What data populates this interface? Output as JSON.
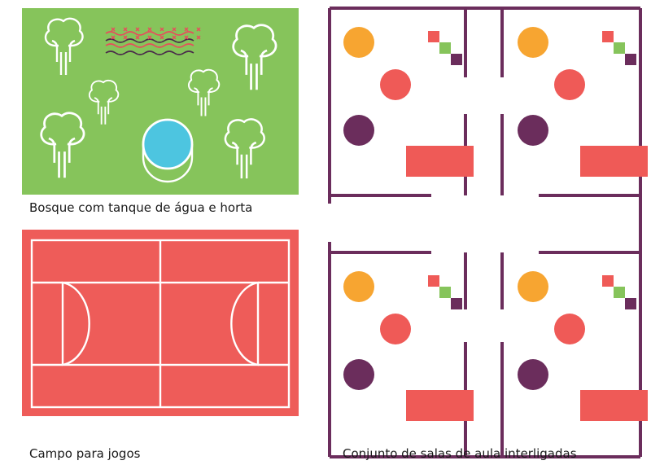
{
  "captions": {
    "forest": "Bosque com tanque de água e horta",
    "field": "Campo para jogos",
    "classrooms": "Conjunto de salas de aula interligadas"
  },
  "colors": {
    "grass": "#86c45b",
    "court": "#ee5c59",
    "water": "#4dc5e0",
    "wall": "#6b2d5c",
    "orange": "#f7a531",
    "red": "#ef5a57",
    "purple": "#6b2d5c",
    "green": "#86c45b",
    "line": "#ffffff"
  },
  "icons": [
    "tree-icon",
    "water-tank-icon",
    "vegetable-garden-icon",
    "table-icon",
    "seat-icon"
  ]
}
